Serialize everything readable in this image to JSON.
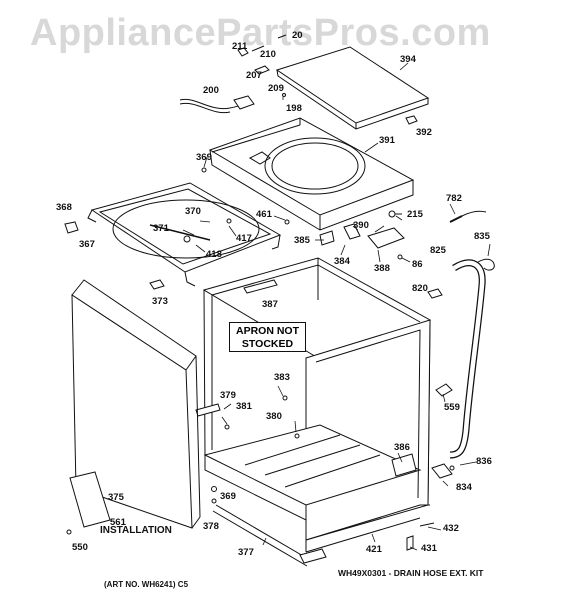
{
  "watermark": "AppliancePartsPros.com",
  "apron_note": {
    "line1": "APRON NOT",
    "line2": "STOCKED"
  },
  "installation_label": "INSTALLATION",
  "art_no": "(ART NO. WH6241) C5",
  "kit_note": "WH49X0301 - DRAIN HOSE EXT. KIT",
  "callouts": {
    "c211": "211",
    "c210": "210",
    "c20x": "20",
    "c207": "207",
    "c209": "209",
    "c200": "200",
    "c198": "198",
    "c394": "394",
    "c392": "392",
    "c391": "391",
    "c369a": "369",
    "c368": "368",
    "c367": "367",
    "c370": "370",
    "c371": "371",
    "c417": "417",
    "c418": "418",
    "c461": "461",
    "c385": "385",
    "c390": "390",
    "c384": "384",
    "c215": "215",
    "c388": "388",
    "c86": "86",
    "c782": "782",
    "c835": "835",
    "c825": "825",
    "c820": "820",
    "c373": "373",
    "c387": "387",
    "c383": "383",
    "c379": "379",
    "c381": "381",
    "c380": "380",
    "c559": "559",
    "c386": "386",
    "c836": "836",
    "c834": "834",
    "c375": "375",
    "c561": "561",
    "c550": "550",
    "c369b": "369",
    "c378": "378",
    "c377": "377",
    "c421": "421",
    "c432": "432",
    "c431": "431"
  },
  "colors": {
    "line": "#111111",
    "watermark": "#d8d8d8",
    "background": "#ffffff"
  }
}
